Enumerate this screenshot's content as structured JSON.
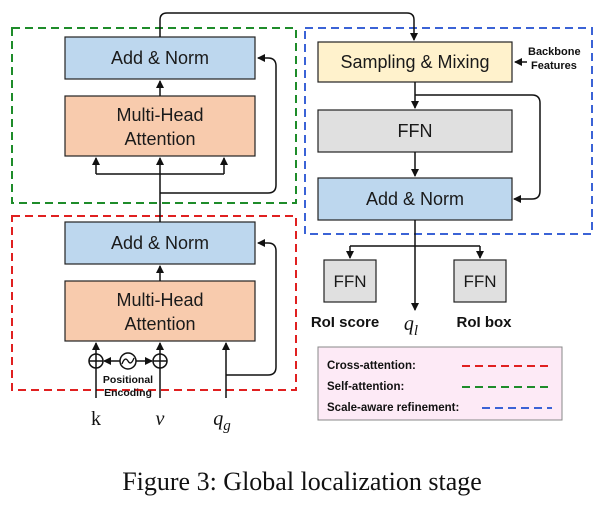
{
  "left": {
    "self_attn_block": {
      "add_norm": "Add & Norm",
      "mha_line1": "Multi-Head",
      "mha_line2": "Attention"
    },
    "cross_attn_block": {
      "add_norm": "Add & Norm",
      "mha_line1": "Multi-Head",
      "mha_line2": "Attention"
    },
    "positional_line1": "Positional",
    "positional_line2": "Encoding",
    "inputs": {
      "k": "k",
      "v": "v",
      "qg_base": "q",
      "qg_sub": "g"
    }
  },
  "right": {
    "sampling": "Sampling & Mixing",
    "backbone_line1": "Backbone",
    "backbone_line2": "Features",
    "ffn_main": "FFN",
    "add_norm": "Add & Norm",
    "ffn_left": "FFN",
    "ffn_right": "FFN",
    "roi_score": "RoI score",
    "roi_box": "RoI box",
    "ql_base": "q",
    "ql_sub": "l"
  },
  "legend": {
    "items": [
      {
        "label": "Cross-attention:",
        "color": "#e02020"
      },
      {
        "label": "Self-attention:",
        "color": "#1e8c2a"
      },
      {
        "label": "Scale-aware refinement:",
        "color": "#3b63d6"
      }
    ]
  },
  "caption": "Figure 3: Global localization stage",
  "colors": {
    "blue_box": "#bdd7ee",
    "orange_box": "#f8cbad",
    "yellow_box": "#fff2cc",
    "gray_box": "#e0e0e0",
    "legend_bg": "#fdeaf6"
  }
}
